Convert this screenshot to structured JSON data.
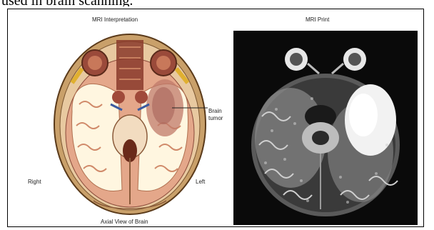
{
  "page": {
    "caption_fragment": "used in brain scanning."
  },
  "figure": {
    "left_panel": {
      "title": "MRI Interpretation",
      "label_right": "Right",
      "label_left": "Left",
      "tumor_label_line1": "Brain",
      "tumor_label_line2": "tumor",
      "caption": "Axial View of Brain"
    },
    "right_panel": {
      "title": "MRI Print"
    }
  },
  "colors": {
    "skull": "#e8c9a0",
    "brain_white": "#fff6e0",
    "grey_matter": "#e4a78a",
    "tumor": "#c07a6a",
    "mri_background": "#0a0a0a"
  },
  "icons": {
    "illustration": "axial-brain-illustration",
    "scan": "axial-mri-scan"
  }
}
